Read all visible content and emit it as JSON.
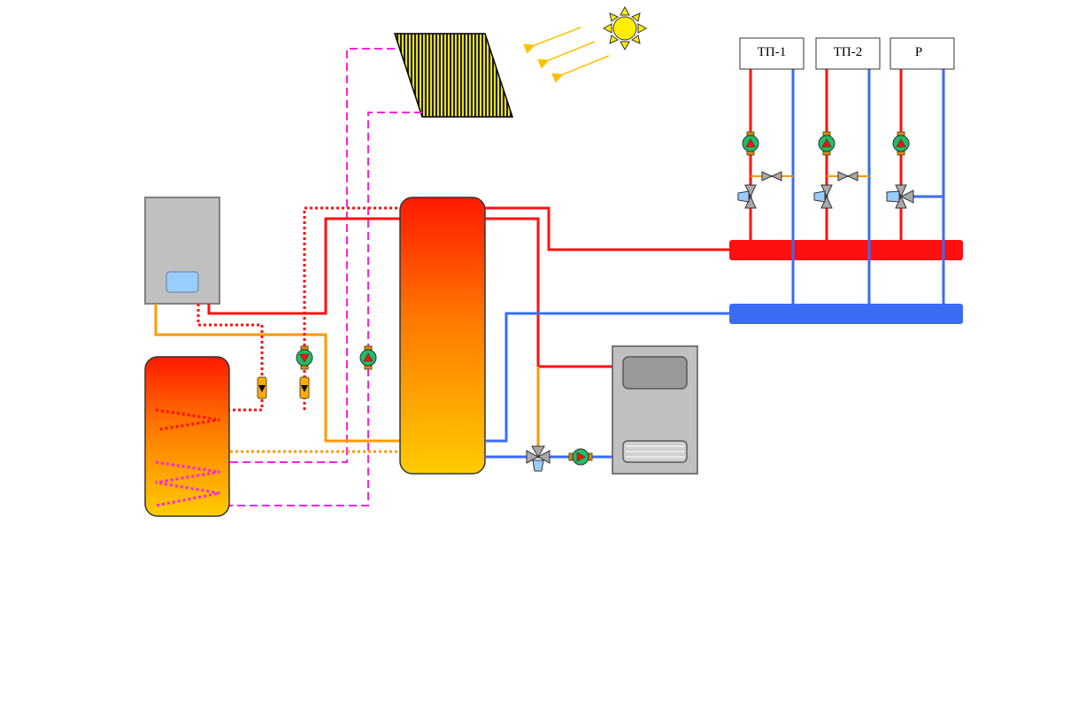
{
  "circuits": [
    {
      "label": "ТП-1"
    },
    {
      "label": "ТП-2"
    },
    {
      "label": "Р"
    }
  ],
  "colors": {
    "supply": "#ff1010",
    "return": "#3a6cf4",
    "boiler_return": "#ff9900",
    "solar_loop": "#ff22dd",
    "pump": "#22bb66",
    "tank_top": "#ff2200",
    "tank_bottom": "#ffcc00",
    "equipment": "#c0c0c0"
  },
  "icons": [
    "solar-collector-icon",
    "sun-icon",
    "pump-icon",
    "check-valve-icon",
    "three-way-valve-icon",
    "two-way-valve-icon",
    "gas-boiler-icon",
    "solid-fuel-boiler-icon",
    "buffer-tank-icon",
    "dhw-tank-icon"
  ]
}
